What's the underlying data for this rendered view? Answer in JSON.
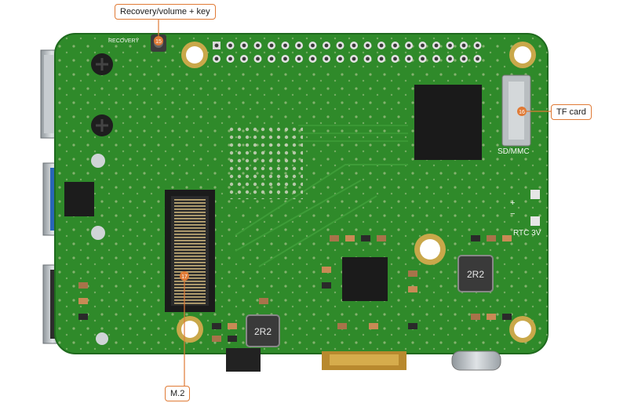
{
  "callouts": {
    "recovery_key": {
      "label": "Recovery/volume + key",
      "number": "15"
    },
    "tf_card": {
      "label": "TF card",
      "number": "16"
    },
    "m2": {
      "label": "M.2",
      "number": "17"
    }
  },
  "silkscreen": {
    "recovery": "RECOVERY",
    "sd_mmc": "SD/MMC",
    "rtc": "RTC 3V",
    "inductor_1": "2R2",
    "inductor_2": "2R2",
    "battery_plus": "+",
    "battery_minus": "−"
  },
  "colors": {
    "pcb": "#2f8a2a",
    "pcb_edge": "#1f6a1e",
    "accent": "#e07a35"
  }
}
